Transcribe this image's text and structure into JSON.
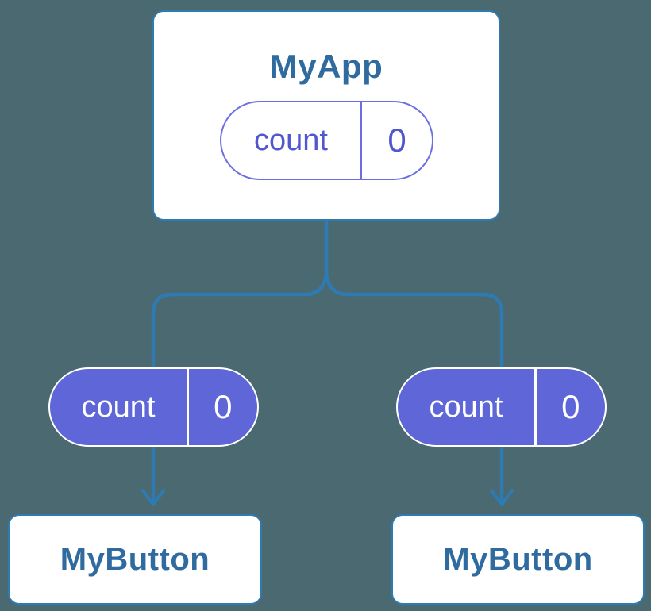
{
  "diagram": {
    "type": "component-tree",
    "parent": {
      "name": "MyApp",
      "state": {
        "label": "count",
        "value": "0"
      }
    },
    "children": [
      {
        "name": "MyButton",
        "prop": {
          "label": "count",
          "value": "0"
        }
      },
      {
        "name": "MyButton",
        "prop": {
          "label": "count",
          "value": "0"
        }
      }
    ],
    "colors": {
      "background": "#4B6970",
      "connector_blue": "#2E7BB4",
      "component_text_blue": "#2F6B9E",
      "card_background": "#FFFFFF",
      "state_pill_fill_purple": "#5F67D8",
      "state_pill_outline_purple": "#6B6FE2",
      "state_pill_text_purple": "#5157CE",
      "state_pill_text_on_fill": "#FFFFFF"
    }
  }
}
